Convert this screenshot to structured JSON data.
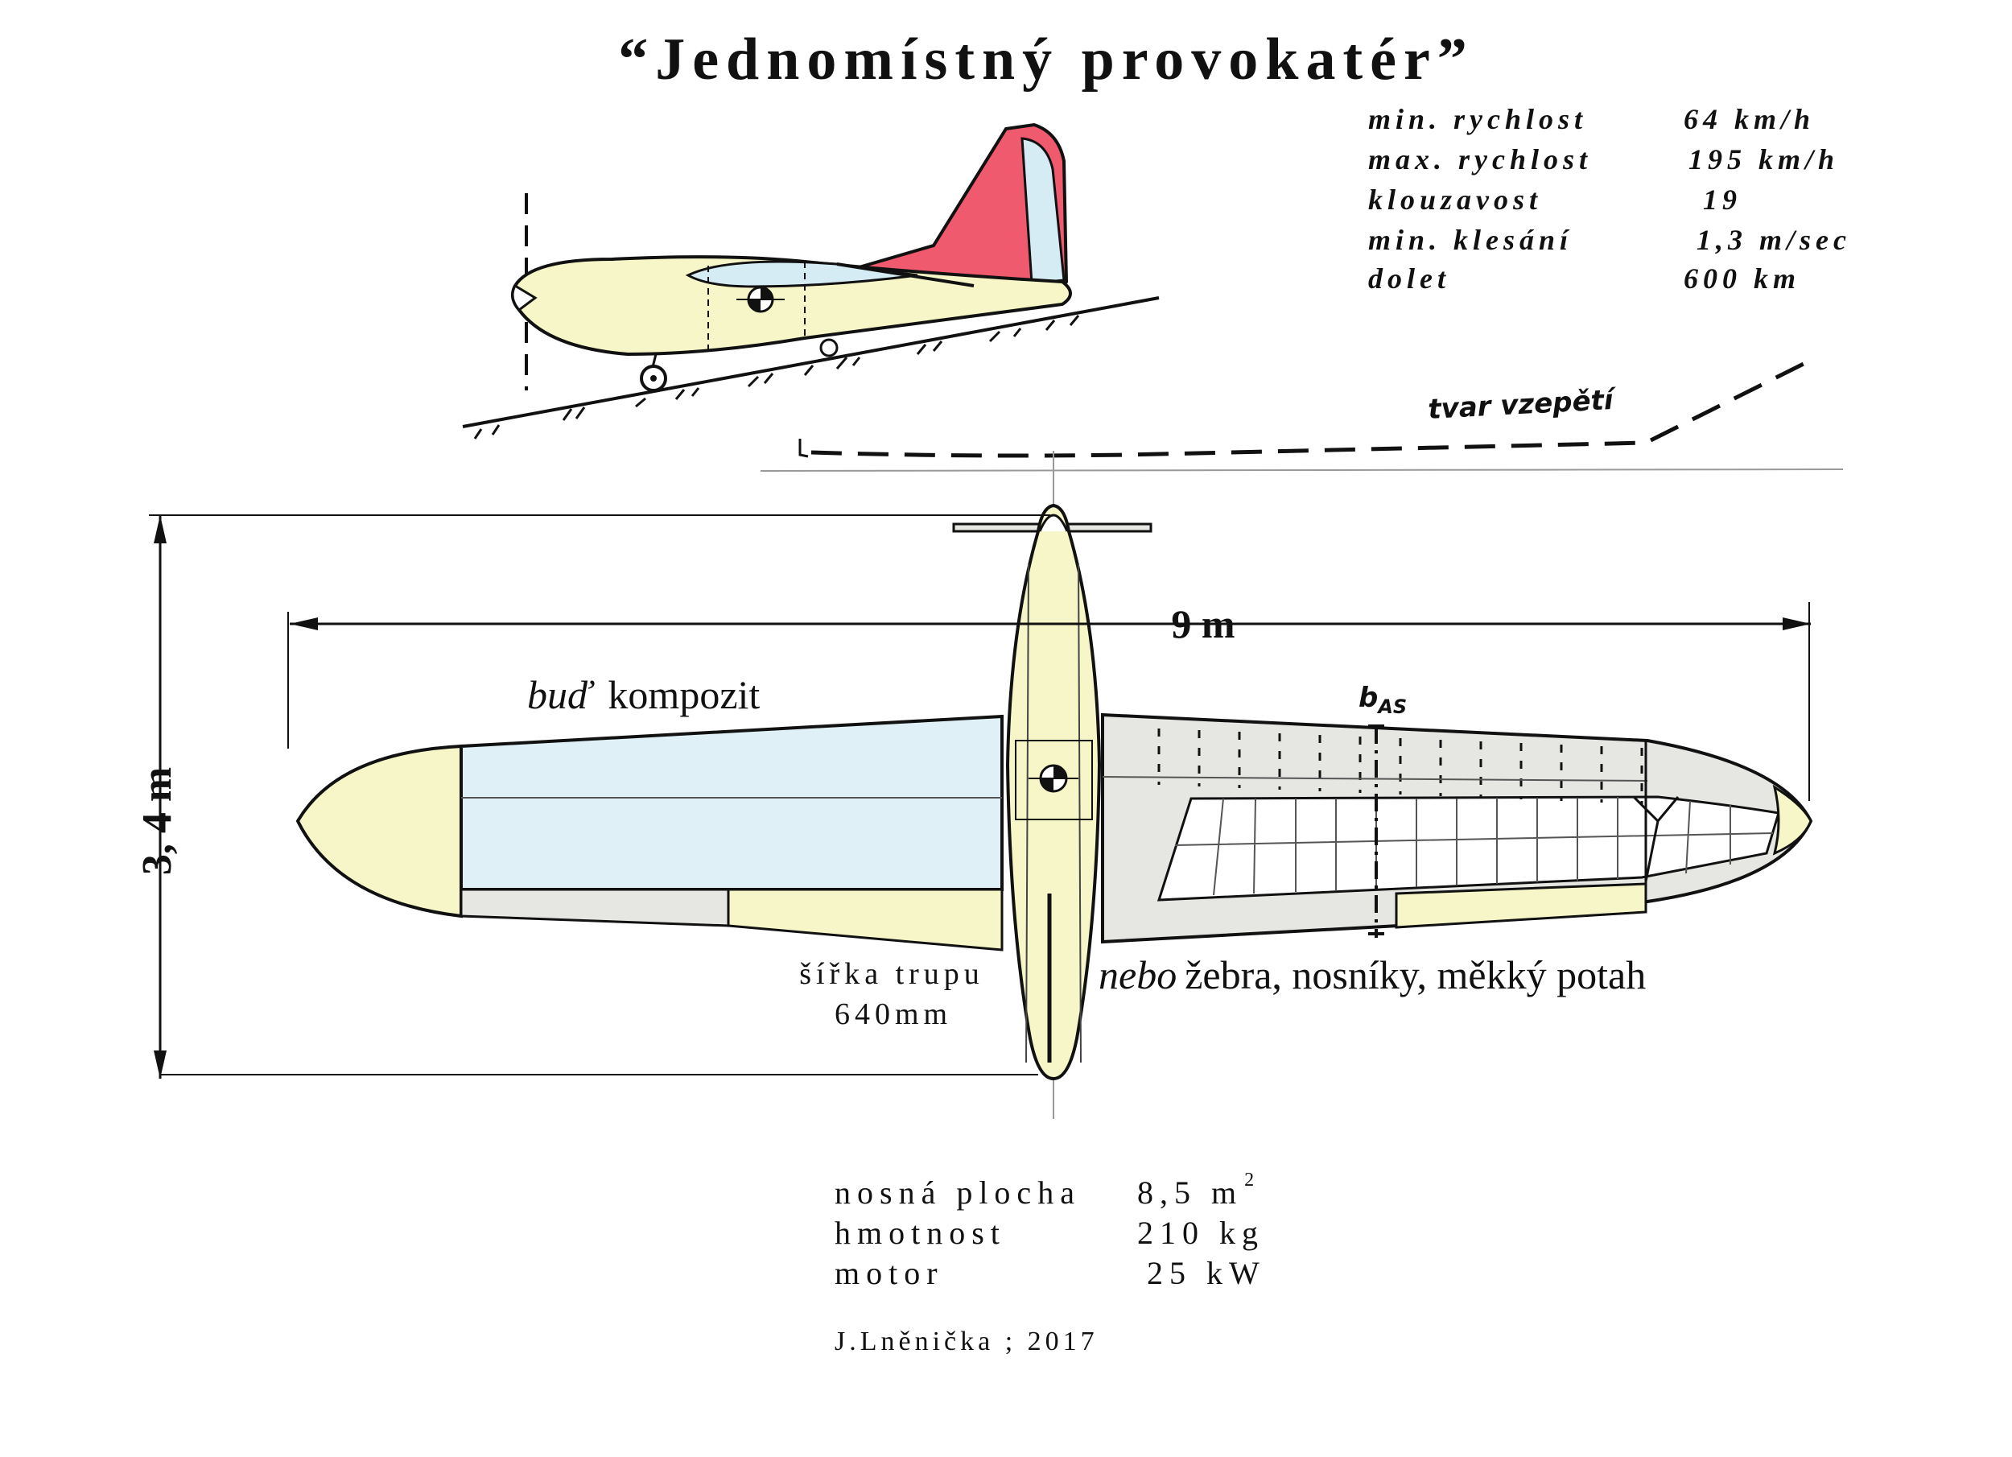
{
  "title": "“Jednomístný provokatér”",
  "specs": [
    {
      "label": "min. rychlost",
      "value": "64 km/h"
    },
    {
      "label": "max. rychlost",
      "value": "195 km/h"
    },
    {
      "label": "klouzavost",
      "value": "19"
    },
    {
      "label": "min. klesání",
      "value": "1,3 m/sec"
    },
    {
      "label": "dolet",
      "value": "600 km"
    }
  ],
  "labels": {
    "tvar_vzepeti": "tvar vzepětí",
    "span": "9 m",
    "length": "3, 4 m",
    "bud": "buď",
    "kompozit": "kompozit",
    "nebo": "nebo",
    "zebra": "žebra, nosníky, měkký potah",
    "sirka_trupu": "šířka trupu",
    "sirka_value": "640mm",
    "bas_b": "b",
    "bas_sub": "AS"
  },
  "bottom_specs": [
    {
      "label": "nosná plocha",
      "value": "8,5 m",
      "sup": "2"
    },
    {
      "label": "hmotnost",
      "value": "210 kg",
      "sup": ""
    },
    {
      "label": "motor",
      "value": "25 kW",
      "sup": ""
    }
  ],
  "author": "J.Lněnička ; 2017",
  "colors": {
    "yellow": "#f6f6c8",
    "blue": "#dff1f7",
    "grey": "#e6e6e3",
    "red": "#f05a6e",
    "canopy": "#d6ecf4"
  }
}
